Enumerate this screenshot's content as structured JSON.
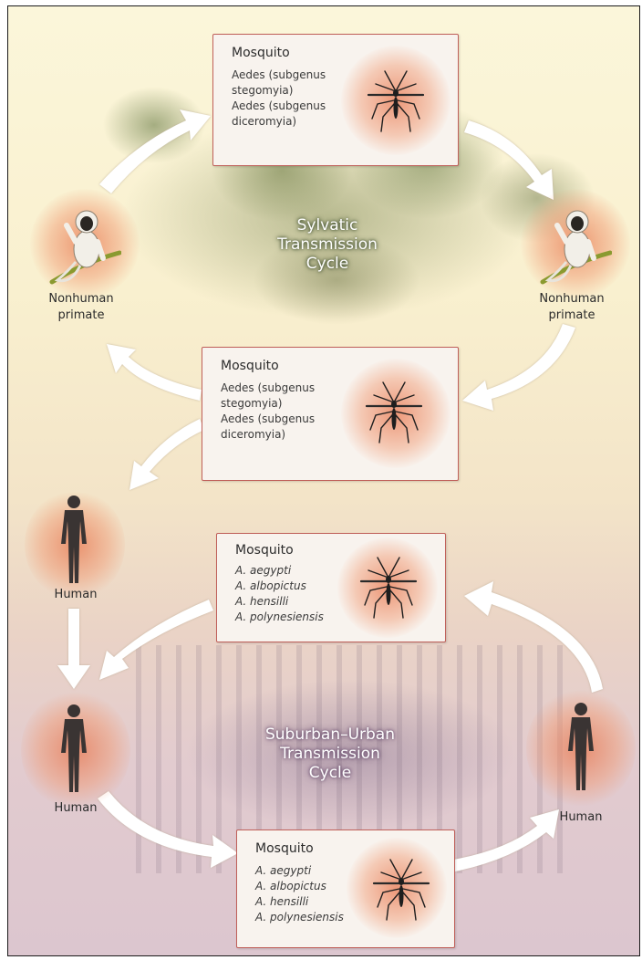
{
  "sylvatic_cycle": {
    "lines": [
      "Sylvatic",
      "Transmission",
      "Cycle"
    ]
  },
  "urban_cycle": {
    "lines": [
      "Suburban–Urban",
      "Transmission",
      "Cycle"
    ]
  },
  "boxes": [
    {
      "title": "Mosquito",
      "lines": [
        "Aedes (subgenus",
        "stegomyia)",
        "Aedes (subgenus",
        "diceromyia)"
      ]
    },
    {
      "title": "Mosquito",
      "lines": [
        "Aedes (subgenus",
        "stegomyia)",
        "Aedes (subgenus",
        "diceromyia)"
      ]
    },
    {
      "title": "Mosquito",
      "lines": [
        "A. aegypti",
        "A. albopictus",
        "A. hensilli",
        "A. polynesiensis"
      ]
    },
    {
      "title": "Mosquito",
      "lines": [
        "A. aegypti",
        "A. albopictus",
        "A. hensilli",
        "A. polynesiensis"
      ]
    }
  ],
  "nodes": {
    "primate_left": [
      "Nonhuman",
      "primate"
    ],
    "primate_right": [
      "Nonhuman",
      "primate"
    ],
    "human_upper": "Human",
    "human_lower_left": "Human",
    "human_right": "Human"
  },
  "colors": {
    "box_border": "#c0605a",
    "arrow_fill": "#ffffff",
    "human_silhouette": "#3a3433",
    "glow": "#e87850"
  }
}
